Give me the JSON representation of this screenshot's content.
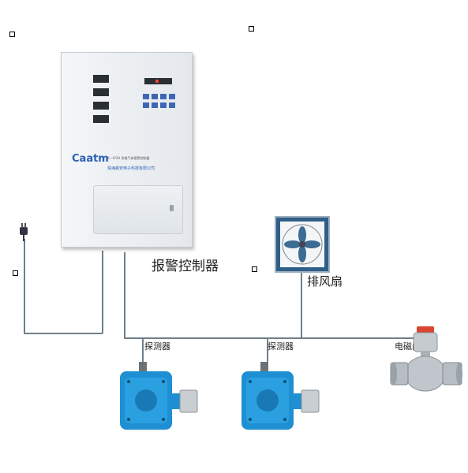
{
  "labels": {
    "controller": "报警控制器",
    "fan": "排风扇",
    "detector_1": "探测器",
    "detector_2": "探测器",
    "valve": "电磁阀"
  },
  "controller_panel": {
    "brand": "Caatm",
    "model_line": "K—X/1H 多路气体报警控制器",
    "company_line": "珠海森安电子科技有限公司"
  },
  "colors": {
    "panel_body": "#e9ecef",
    "detector_blue": "#1e8fd2",
    "valve_red": "#d9452e",
    "wire": "#6f7f8a"
  },
  "icons": [
    "power-plug-icon",
    "exhaust-fan-icon",
    "gas-detector-icon",
    "solenoid-valve-icon"
  ]
}
